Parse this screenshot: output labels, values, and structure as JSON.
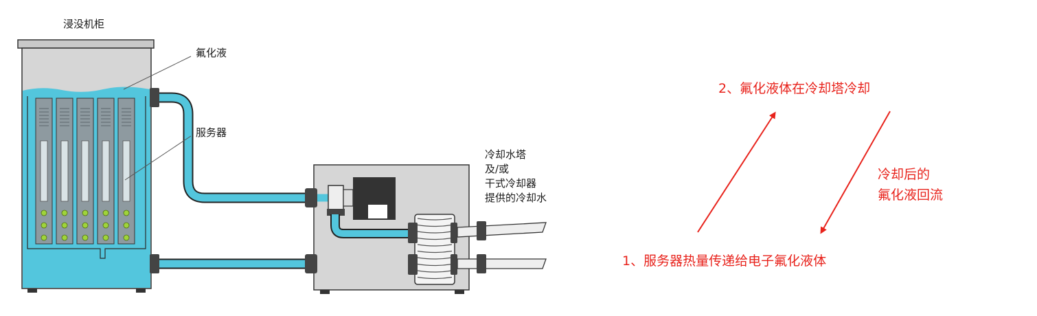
{
  "labels": {
    "cabinet": "浸没机柜",
    "fluid": "氟化液",
    "server": "服务器",
    "cooling_line1": "冷却水塔",
    "cooling_line2": "及/或",
    "cooling_line3": "干式冷却器",
    "cooling_line4": "提供的冷却水"
  },
  "annotations": {
    "step1": "1、服务器热量传递给电子氟化液体",
    "step2": "2、氟化液体在冷却塔冷却",
    "return_line1": "冷却后的",
    "return_line2": "氟化液回流"
  },
  "colors": {
    "coolant": "#53c6dd",
    "cabinet_gray": "#d6d6d6",
    "server_gray": "#8e9aa0",
    "led_green": "#9fd43b",
    "annotation_red": "#e8231c"
  }
}
